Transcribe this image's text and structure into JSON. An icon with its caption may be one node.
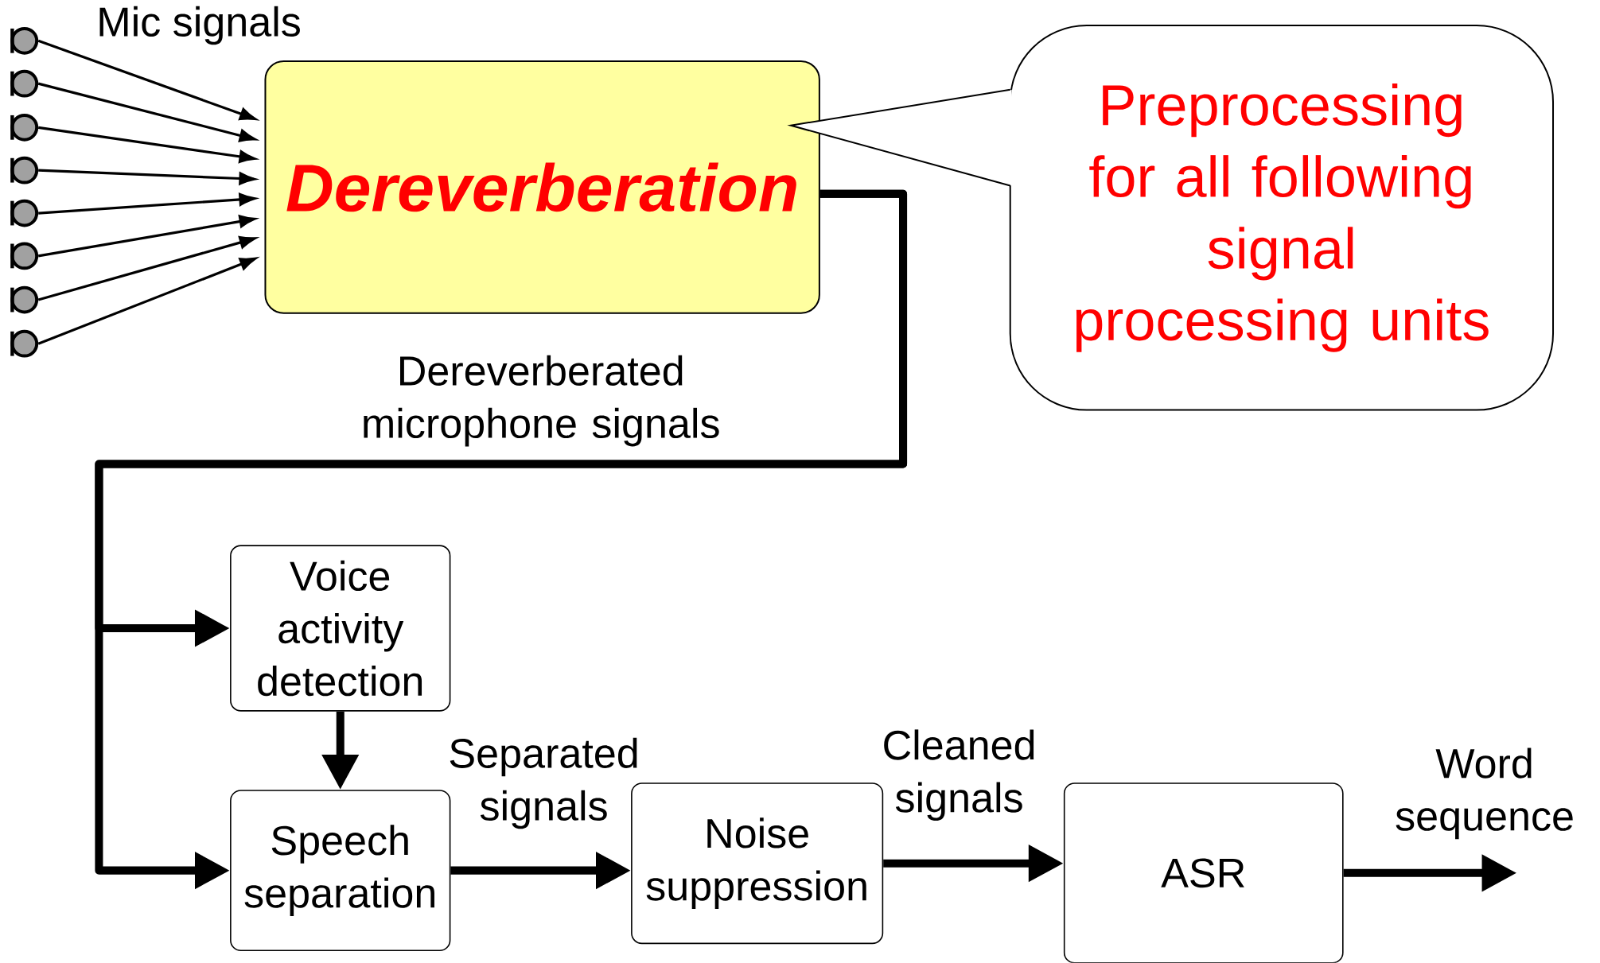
{
  "diagram": {
    "nodes": [
      {
        "text": [],
        "shape": "circle"
      },
      {
        "text": [],
        "shape": "circle"
      },
      {
        "text": [],
        "shape": "circle"
      },
      {
        "text": [],
        "shape": "circle"
      },
      {
        "text": [],
        "shape": "circle"
      },
      {
        "text": [],
        "shape": "circle"
      },
      {
        "text": [],
        "shape": "circle"
      },
      {
        "text": [],
        "shape": "circle"
      },
      {
        "text": [
          "Dereverberation"
        ]
      },
      {
        "text": [
          "Preprocessing for all following signal processing units"
        ]
      },
      {
        "text": [
          "Voice activity detection"
        ]
      },
      {
        "text": [
          "Speech separation"
        ]
      },
      {
        "text": [
          "Noise suppression"
        ]
      },
      {
        "text": [
          "ASR"
        ]
      }
    ],
    "edges": [
      {
        "from": 0,
        "to": 8,
        "arrow": "to"
      },
      {
        "from": 1,
        "to": 8,
        "arrow": "to"
      },
      {
        "from": 2,
        "to": 8,
        "arrow": "to"
      },
      {
        "from": 3,
        "to": 8,
        "arrow": "to"
      },
      {
        "from": 4,
        "to": 8,
        "arrow": "to"
      },
      {
        "from": 5,
        "to": 8,
        "arrow": "to"
      },
      {
        "from": 6,
        "to": 8,
        "arrow": "to"
      },
      {
        "from": 7,
        "to": 8,
        "arrow": "to"
      },
      {
        "from": 8,
        "to": 10,
        "arrow": "to",
        "style": "thick",
        "label": "Dereverberated microphone signals"
      },
      {
        "from": 8,
        "to": 11,
        "arrow": "to",
        "style": "thick"
      },
      {
        "from": 10,
        "to": 11,
        "arrow": "to",
        "style": "thick"
      },
      {
        "from": 11,
        "to": 12,
        "arrow": "to",
        "style": "thick",
        "label": "Separated signals"
      },
      {
        "from": 12,
        "to": 13,
        "arrow": "to",
        "style": "thick",
        "label": "Cleaned signals"
      },
      {
        "from": 13,
        "to": null,
        "arrow": "to",
        "style": "thick",
        "label": "Word sequence"
      }
    ],
    "labels": [
      "Mic signals"
    ]
  }
}
